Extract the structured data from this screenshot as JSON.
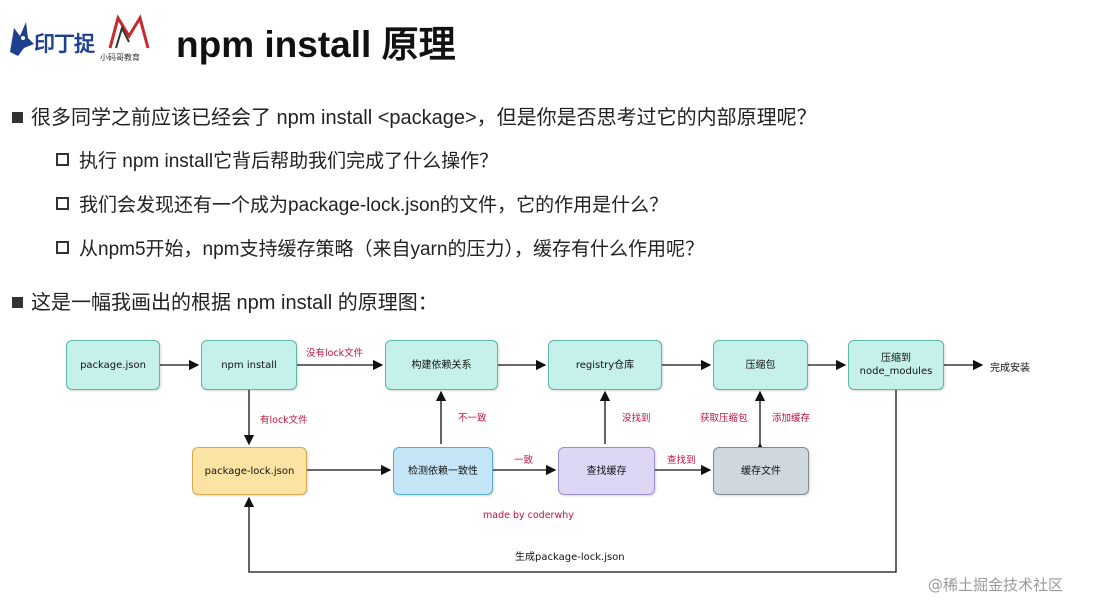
{
  "header": {
    "brand_text": "印丁捉",
    "logo2_subtitle": "小码哥教育",
    "title": "npm install 原理"
  },
  "bullets": [
    {
      "text": "很多同学之前应该已经会了 npm install <package>，但是你是否思考过它的内部原理呢？",
      "children": [
        {
          "text": "执行 npm install它背后帮助我们完成了什么操作？"
        },
        {
          "text": "我们会发现还有一个成为package-lock.json的文件，它的作用是什么？"
        },
        {
          "text": "从npm5开始，npm支持缓存策略（来自yarn的压力），缓存有什么作用呢？"
        }
      ]
    },
    {
      "text": "这是一幅我画出的根据 npm install 的原理图："
    }
  ],
  "diagram": {
    "nodes": {
      "package_json": "package.json",
      "npm_install": "npm install",
      "build_deps": "构建依赖关系",
      "registry": "registry仓库",
      "compressed": "压缩包",
      "extract_line1": "压缩到",
      "extract_line2": "node_modules",
      "lock_file": "package-lock.json",
      "check_consistency": "检测依赖一致性",
      "find_cache": "查找缓存",
      "cache_files": "缓存文件"
    },
    "edge_labels": {
      "no_lock": "没有lock文件",
      "has_lock": "有lock文件",
      "inconsistent": "不一致",
      "consistent": "一致",
      "not_found": "没找到",
      "found": "查找到",
      "get_package": "获取压缩包",
      "add_cache": "添加缓存",
      "generate_lock": "生成package-lock.json"
    },
    "done": "完成安装",
    "credit": "made by coderwhy"
  },
  "watermark": "@稀土掘金技术社区",
  "colors": {
    "teal": "#c5f1ea",
    "yellow": "#fbe3a4",
    "blue": "#c4e6f7",
    "purple": "#ddd6f5",
    "gray": "#cfd8dc",
    "label_red": "#c0123d"
  }
}
